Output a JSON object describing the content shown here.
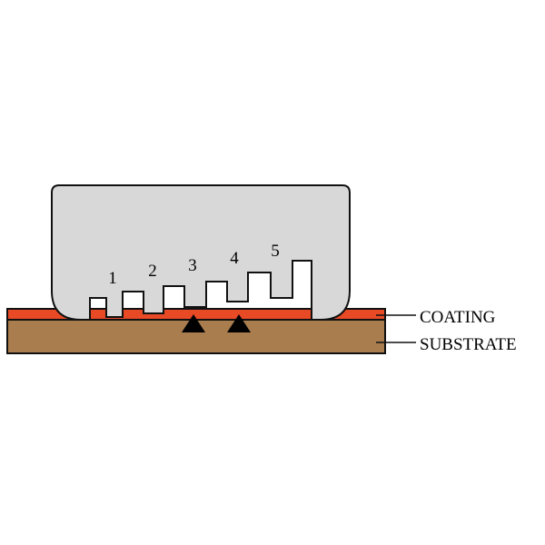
{
  "diagram": {
    "tooth_labels": [
      "1",
      "2",
      "3",
      "4",
      "5"
    ],
    "layer_labels": {
      "coating": "COATING",
      "substrate": "SUBSTRATE"
    },
    "colors": {
      "tool": "#d8d8d8",
      "coating": "#e84a26",
      "substrate": "#a97d4d",
      "outline": "#111111"
    }
  }
}
